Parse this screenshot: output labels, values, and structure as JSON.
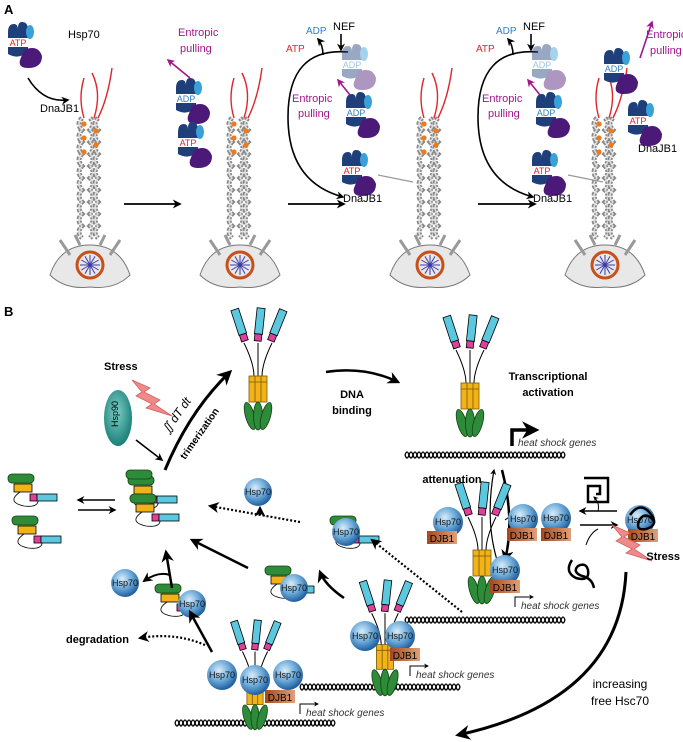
{
  "panels": {
    "a": "A",
    "b": "B"
  },
  "labels": {
    "hsp70": "Hsp70",
    "dnajb1": "DnaJB1",
    "atp": "ATP",
    "adp": "ADP",
    "nef": "NEF",
    "entropic": "Entropic",
    "pulling": "pulling",
    "stress": "Stress",
    "hsp90": "Hsp90",
    "integral": "∬ dT dt",
    "trimerization": "trimerization",
    "dna": "DNA",
    "binding": "binding",
    "transcriptional": "Transcriptional",
    "activation": "activation",
    "heat_shock_genes": "heat shock genes",
    "attenuation": "attenuation",
    "djb1": "DJB1",
    "degradation": "degradation",
    "increasing": "increasing",
    "free_hsc70": "free Hsc70"
  },
  "colors": {
    "hsp70_blue": "#3f7fbf",
    "nbd_navy": "#1f3f7a",
    "jdomain_purple": "#4b1a78",
    "atp_red": "#e0242b",
    "adp_blue": "#2f7fc8",
    "entropic_magenta": "#a0178a",
    "hsf_cyan": "#5cc8e0",
    "hsf_pink": "#e0409a",
    "hsf_orange": "#f2b21a",
    "hsf_green": "#2e8b3a",
    "djb1_brown": "#b0562a",
    "hsp90_teal": "#1f8f8a",
    "stress_red": "#f08a8a"
  }
}
